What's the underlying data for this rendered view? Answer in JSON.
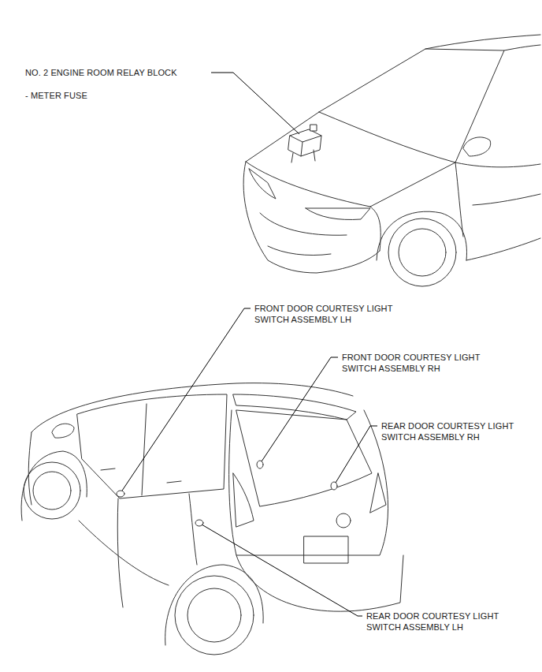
{
  "diagram": {
    "labels": [
      "NO. 2 ENGINE ROOM RELAY BLOCK",
      "- METER FUSE",
      "FRONT DOOR COURTESY LIGHT SWITCH ASSEMBLY LH",
      "FRONT DOOR COURTESY LIGHT SWITCH ASSEMBLY RH",
      "REAR DOOR COURTESY LIGHT SWITCH ASSEMBLY RH",
      "REAR DOOR COURTESY LIGHT SWITCH ASSEMBLY LH"
    ]
  }
}
